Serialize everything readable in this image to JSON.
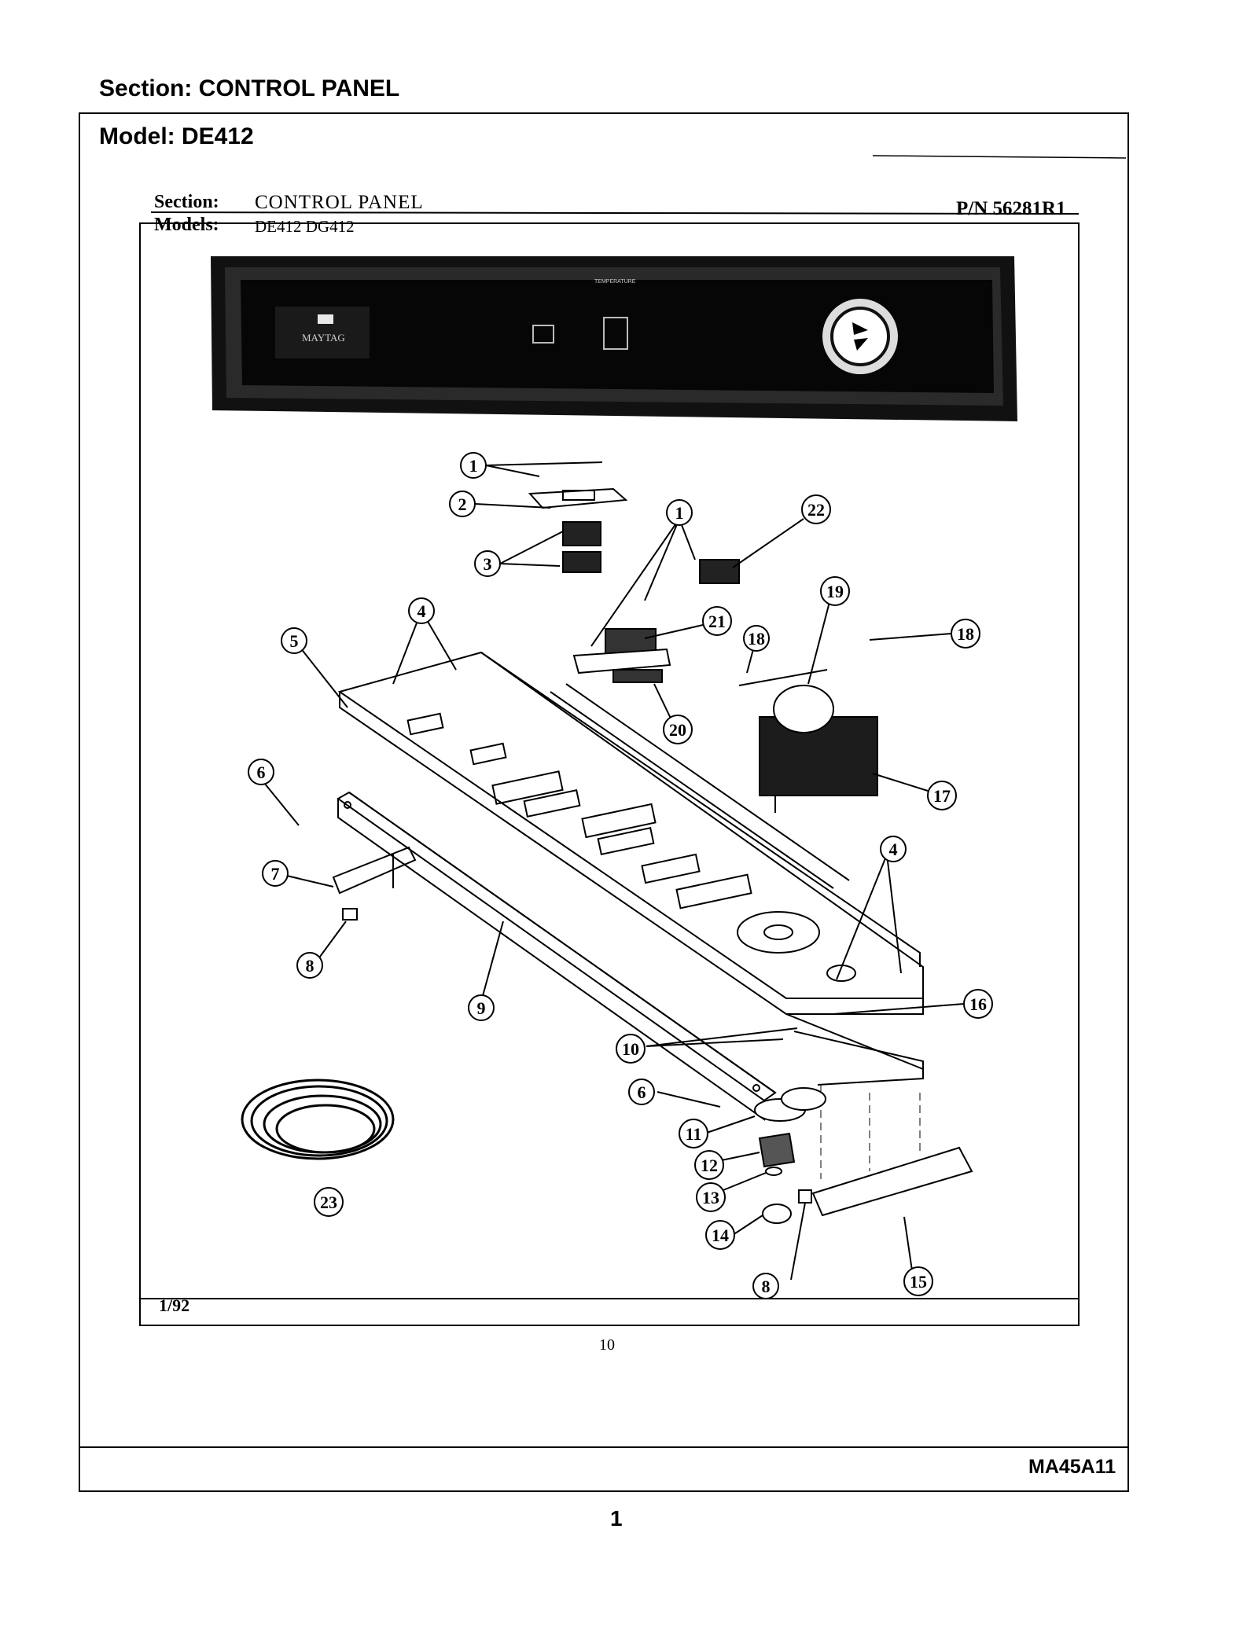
{
  "page_header": {
    "section_line": "Section:  CONTROL PANEL",
    "model_line": "Model:  DE412"
  },
  "inner_header": {
    "section_label": "Section:",
    "section_value": "CONTROL PANEL",
    "models_label": "Models:",
    "models_value": "DE412  DG412",
    "part_number": "P/N 56281R1"
  },
  "panel": {
    "brand": "MAYTAG",
    "dial_label": "TEMPERATURE"
  },
  "callouts": [
    "1",
    "2",
    "3",
    "1",
    "22",
    "4",
    "5",
    "21",
    "18",
    "19",
    "18",
    "20",
    "17",
    "6",
    "4",
    "7",
    "8",
    "9",
    "16",
    "10",
    "6",
    "11",
    "12",
    "13",
    "14",
    "8",
    "15",
    "23"
  ],
  "inner_date": "1/92",
  "inner_page_number": "10",
  "footer_code": "MA45A11",
  "page_number": "1"
}
